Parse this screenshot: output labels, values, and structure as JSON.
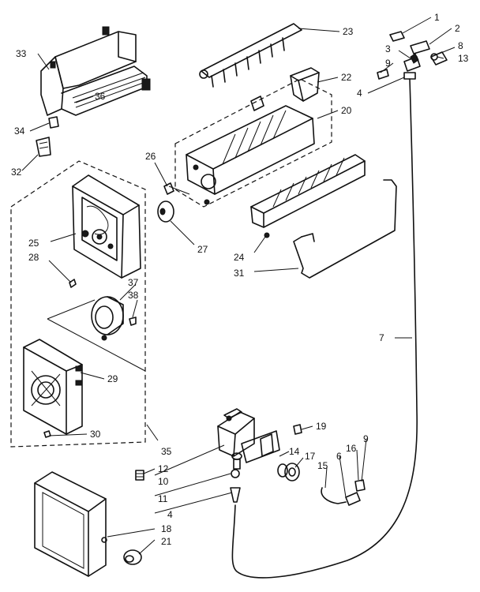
{
  "callouts": [
    {
      "id": "c1",
      "text": "1"
    },
    {
      "id": "c2",
      "text": "2"
    },
    {
      "id": "c3",
      "text": "3"
    },
    {
      "id": "c8",
      "text": "8"
    },
    {
      "id": "c9a",
      "text": "9"
    },
    {
      "id": "c13",
      "text": "13"
    },
    {
      "id": "c4a",
      "text": "4"
    },
    {
      "id": "c23",
      "text": "23"
    },
    {
      "id": "c22",
      "text": "22"
    },
    {
      "id": "c20",
      "text": "20"
    },
    {
      "id": "c33",
      "text": "33"
    },
    {
      "id": "c36",
      "text": "36"
    },
    {
      "id": "c34",
      "text": "34"
    },
    {
      "id": "c32",
      "text": "32"
    },
    {
      "id": "c26",
      "text": "26"
    },
    {
      "id": "c27",
      "text": "27"
    },
    {
      "id": "c25",
      "text": "25"
    },
    {
      "id": "c28",
      "text": "28"
    },
    {
      "id": "c24",
      "text": "24"
    },
    {
      "id": "c31",
      "text": "31"
    },
    {
      "id": "c37",
      "text": "37"
    },
    {
      "id": "c38",
      "text": "38"
    },
    {
      "id": "c7",
      "text": "7"
    },
    {
      "id": "c29",
      "text": "29"
    },
    {
      "id": "c30",
      "text": "30"
    },
    {
      "id": "c19",
      "text": "19"
    },
    {
      "id": "c35",
      "text": "35"
    },
    {
      "id": "c14",
      "text": "14"
    },
    {
      "id": "c17",
      "text": "17"
    },
    {
      "id": "c6",
      "text": "6"
    },
    {
      "id": "c16",
      "text": "16"
    },
    {
      "id": "c9b",
      "text": "9"
    },
    {
      "id": "c15",
      "text": "15"
    },
    {
      "id": "c12",
      "text": "12"
    },
    {
      "id": "c10",
      "text": "10"
    },
    {
      "id": "c11",
      "text": "11"
    },
    {
      "id": "c4b",
      "text": "4"
    },
    {
      "id": "c18",
      "text": "18"
    },
    {
      "id": "c21",
      "text": "21"
    }
  ]
}
